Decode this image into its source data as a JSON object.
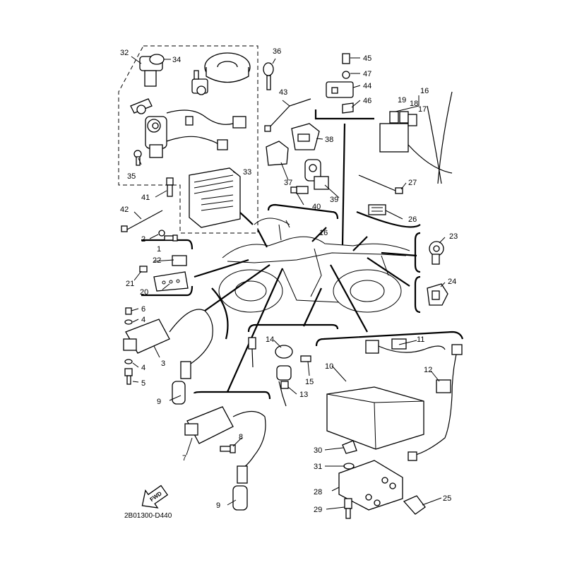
{
  "diagram_code": "2B01300-D440",
  "fwd_label": "FWD",
  "callouts": [
    {
      "id": "c32",
      "text": "32"
    },
    {
      "id": "c34",
      "text": "34"
    },
    {
      "id": "c35",
      "text": "35"
    },
    {
      "id": "c36",
      "text": "36"
    },
    {
      "id": "c43",
      "text": "43"
    },
    {
      "id": "c45",
      "text": "45"
    },
    {
      "id": "c47",
      "text": "47"
    },
    {
      "id": "c44",
      "text": "44"
    },
    {
      "id": "c46",
      "text": "46"
    },
    {
      "id": "c16a",
      "text": "16"
    },
    {
      "id": "c19",
      "text": "19"
    },
    {
      "id": "c18",
      "text": "18"
    },
    {
      "id": "c17",
      "text": "17"
    },
    {
      "id": "c38",
      "text": "38"
    },
    {
      "id": "c33",
      "text": "33"
    },
    {
      "id": "c37",
      "text": "37"
    },
    {
      "id": "c39",
      "text": "39"
    },
    {
      "id": "c40",
      "text": "40"
    },
    {
      "id": "c41",
      "text": "41"
    },
    {
      "id": "c27",
      "text": "27"
    },
    {
      "id": "c42",
      "text": "42"
    },
    {
      "id": "c26",
      "text": "26"
    },
    {
      "id": "c2",
      "text": "2"
    },
    {
      "id": "c1",
      "text": "1"
    },
    {
      "id": "c16b",
      "text": "16"
    },
    {
      "id": "c23",
      "text": "23"
    },
    {
      "id": "c22",
      "text": "22"
    },
    {
      "id": "c21",
      "text": "21"
    },
    {
      "id": "c20",
      "text": "20"
    },
    {
      "id": "c24",
      "text": "24"
    },
    {
      "id": "c6",
      "text": "6"
    },
    {
      "id": "c4a",
      "text": "4"
    },
    {
      "id": "c3",
      "text": "3"
    },
    {
      "id": "c4b",
      "text": "4"
    },
    {
      "id": "c5",
      "text": "5"
    },
    {
      "id": "c14",
      "text": "14"
    },
    {
      "id": "c11",
      "text": "11"
    },
    {
      "id": "c15",
      "text": "15"
    },
    {
      "id": "c10",
      "text": "10"
    },
    {
      "id": "c12",
      "text": "12"
    },
    {
      "id": "c13",
      "text": "13"
    },
    {
      "id": "c9a",
      "text": "9"
    },
    {
      "id": "c8",
      "text": "8"
    },
    {
      "id": "c7",
      "text": "7"
    },
    {
      "id": "c30",
      "text": "30"
    },
    {
      "id": "c31",
      "text": "31"
    },
    {
      "id": "c28",
      "text": "28"
    },
    {
      "id": "c25",
      "text": "25"
    },
    {
      "id": "c29",
      "text": "29"
    },
    {
      "id": "c9b",
      "text": "9"
    }
  ]
}
